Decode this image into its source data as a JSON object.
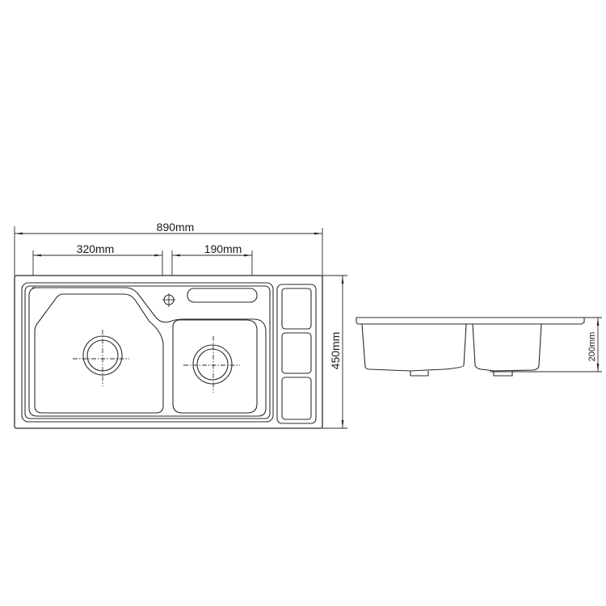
{
  "drawing": {
    "title": "Double bowl kitchen sink with drainboard compartments - technical drawing",
    "line_color": "#2a2a2a",
    "background": "#ffffff"
  },
  "dimensions": {
    "overall_width": "890mm",
    "left_bowl_width": "320mm",
    "right_bowl_width": "190mm",
    "overall_depth": "450mm",
    "bowl_height": "200mm"
  },
  "views": [
    {
      "name": "top-view",
      "features": [
        "large bowl with drain",
        "small bowl with drain",
        "faucet hole",
        "soap slot",
        "three side compartments"
      ]
    },
    {
      "name": "side-view",
      "features": [
        "rim",
        "two basins",
        "drain outlets"
      ]
    }
  ]
}
